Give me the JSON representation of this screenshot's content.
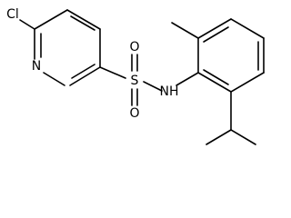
{
  "molecule": {
    "atoms": {
      "cl": "Cl",
      "n_ring": "N",
      "s": "S",
      "o_top": "O",
      "o_bottom": "O",
      "nh": "NH"
    },
    "colors": {
      "ink": "#000000",
      "background": "#ffffff"
    }
  }
}
